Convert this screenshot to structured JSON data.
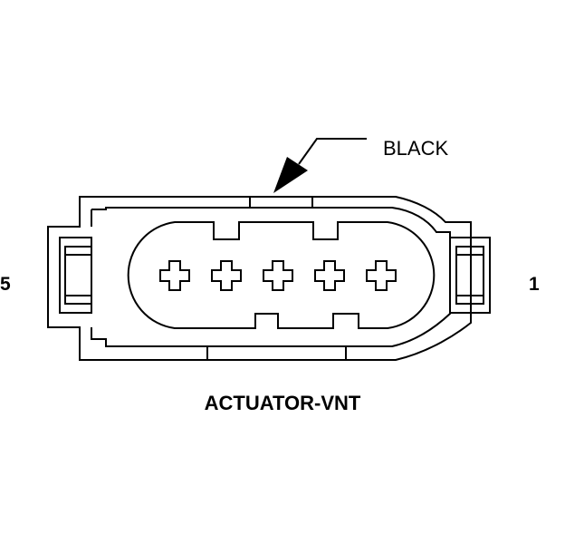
{
  "diagram": {
    "wire_color_label": "BLACK",
    "pin_left_label": "5",
    "pin_right_label": "1",
    "connector_name": "ACTUATOR-VNT",
    "pin_count": 5,
    "colors": {
      "line": "#000000",
      "background": "#ffffff"
    }
  }
}
